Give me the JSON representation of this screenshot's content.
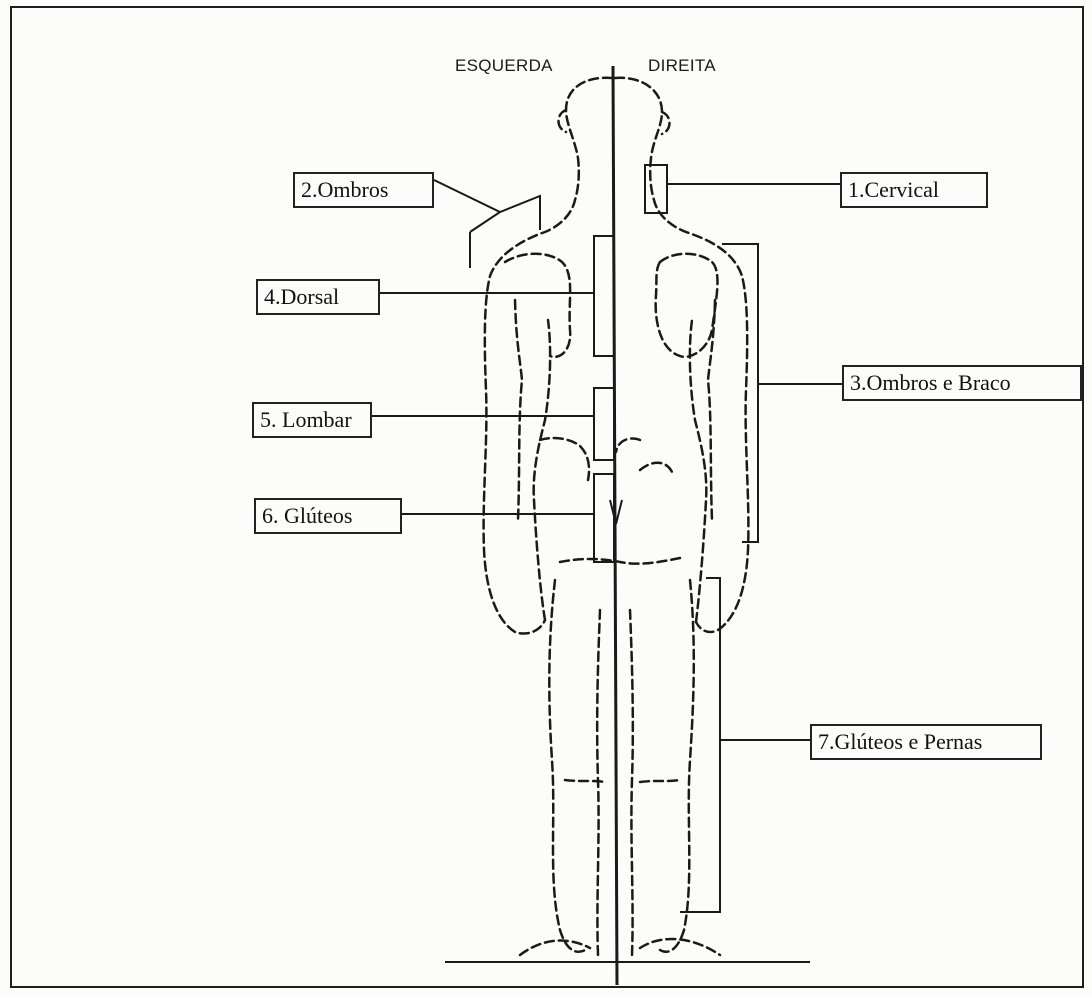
{
  "sides": {
    "left": "ESQUERDA",
    "right": "DIREITA"
  },
  "regions": [
    {
      "id": "cervical",
      "label": "1.Cervical"
    },
    {
      "id": "ombros",
      "label": "2.Ombros"
    },
    {
      "id": "ombros-braco",
      "label": "3.Ombros e Braco"
    },
    {
      "id": "dorsal",
      "label": "4.Dorsal"
    },
    {
      "id": "lombar",
      "label": "5. Lombar"
    },
    {
      "id": "gluteos",
      "label": "6.  Glúteos"
    },
    {
      "id": "gluteos-pernas",
      "label": "7.Glúteos e Pernas"
    }
  ],
  "colors": {
    "ink": "#1a1a1a",
    "paper": "#fcfcfa"
  }
}
